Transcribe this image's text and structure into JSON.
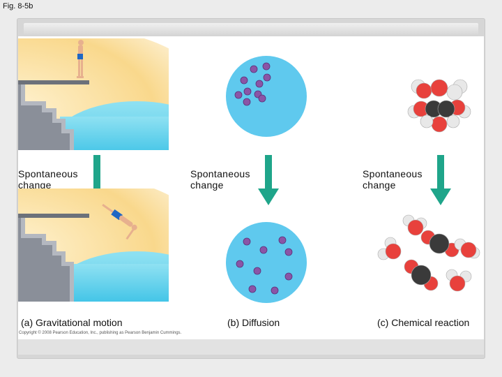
{
  "figure_label": "Fig. 8-5b",
  "panels": [
    {
      "change_label_line1": "Spontaneous",
      "change_label_line2": "change",
      "caption": "(a) Gravitational motion"
    },
    {
      "change_label_line1": "Spontaneous",
      "change_label_line2": "change",
      "caption": "(b) Diffusion"
    },
    {
      "change_label_line1": "Spontaneous",
      "change_label_line2": "change",
      "caption": "(c) Chemical reaction"
    }
  ],
  "copyright": "Copyright © 2008 Pearson Education, Inc., publishing as Pearson Benjamin Cummings.",
  "colors": {
    "arrow": "#1fa58a",
    "water": "#5fd0ea",
    "sky": "#f8d989",
    "cell": "#5fc9ee",
    "particle": "#8a55a6",
    "oxygen": "#e8413c",
    "carbon": "#3a3a3a",
    "hydrogen": "#e8e8e8"
  }
}
